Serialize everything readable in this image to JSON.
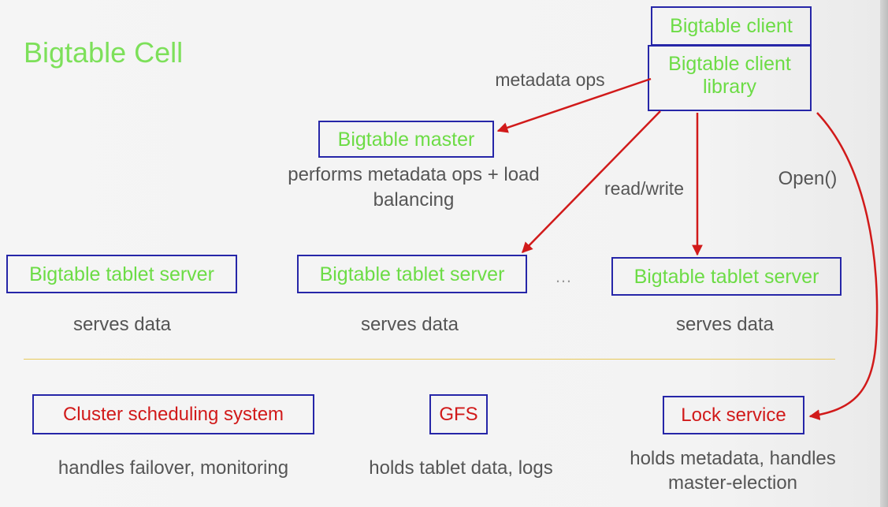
{
  "diagram": {
    "title": "Bigtable Cell",
    "client": "Bigtable client",
    "client_library": "Bigtable client library",
    "master": "Bigtable master",
    "master_desc": "performs metadata ops + load balancing",
    "tablet_server": "Bigtable tablet server",
    "tablet_desc": "serves data",
    "ellipsis": "…",
    "edge_metadata": "metadata ops",
    "edge_readwrite": "read/write",
    "edge_open": "Open()",
    "cluster": "Cluster scheduling system",
    "cluster_desc": "handles failover, monitoring",
    "gfs": "GFS",
    "gfs_desc": "holds tablet data, logs",
    "lock": "Lock service",
    "lock_desc": "holds metadata, handles master-election"
  },
  "colors": {
    "green_text": "#6cdc45",
    "red_text": "#d11a1a",
    "box_border": "#2626a8",
    "arrow": "#d11a1a"
  }
}
